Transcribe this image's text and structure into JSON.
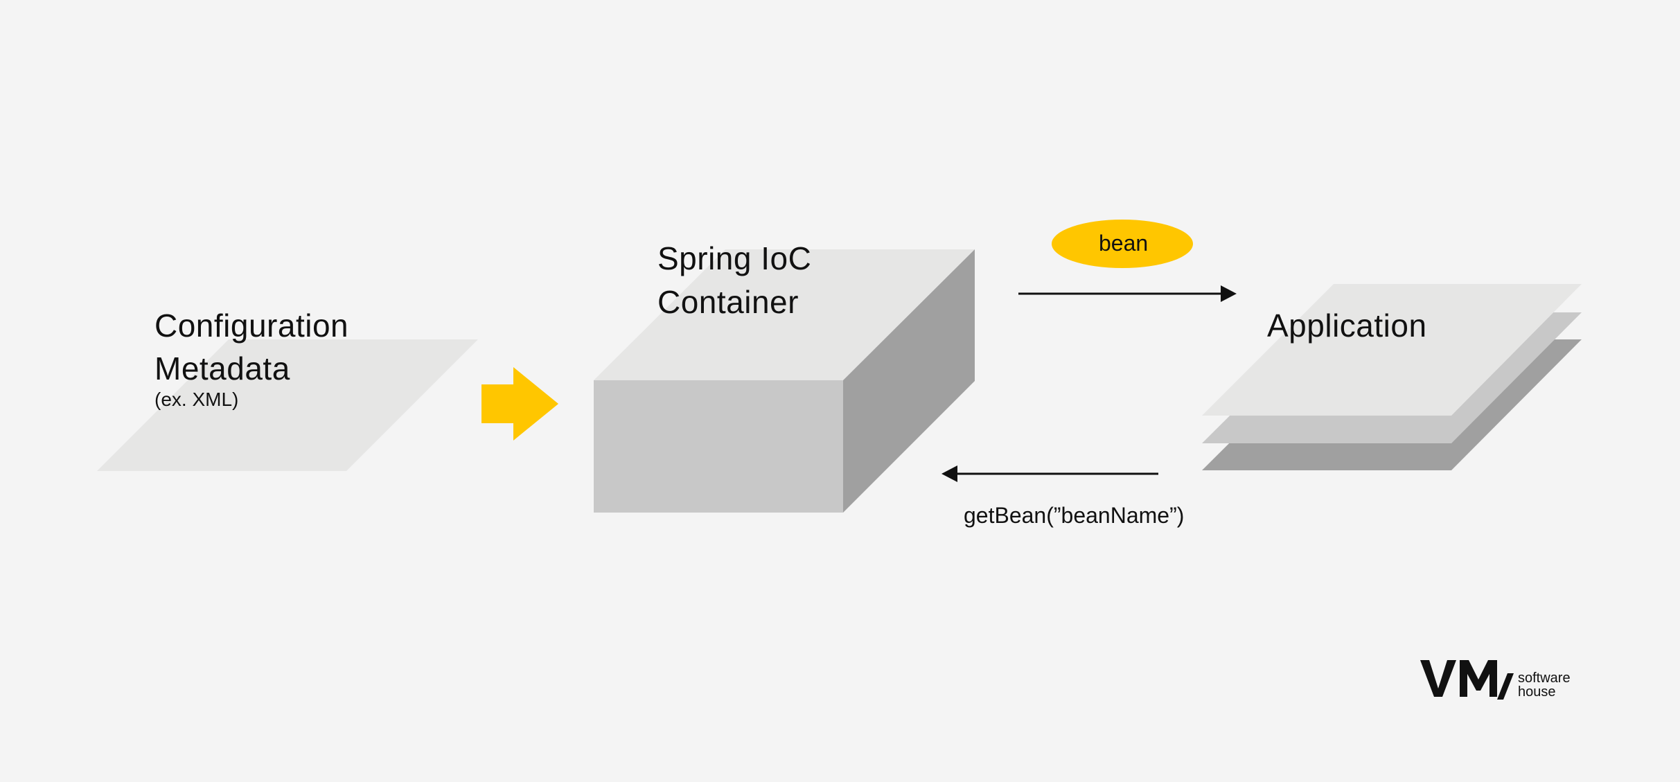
{
  "colors": {
    "background": "#f4f4f4",
    "plane_light": "#e6e6e5",
    "plane_mid": "#c8c8c8",
    "plane_dark": "#a0a0a0",
    "accent_yellow": "#ffc600",
    "text": "#111111"
  },
  "config_metadata": {
    "title_line1": "Configuration",
    "title_line2": "Metadata",
    "subtitle": "(ex. XML)"
  },
  "container": {
    "title_line1": "Spring IoC",
    "title_line2": "Container"
  },
  "bean_badge": {
    "label": "bean"
  },
  "application": {
    "title": "Application"
  },
  "get_bean_call": {
    "label": "getBean(”beanName”)"
  },
  "logo": {
    "mark": "VM",
    "text_line1": "software",
    "text_line2": "house"
  }
}
